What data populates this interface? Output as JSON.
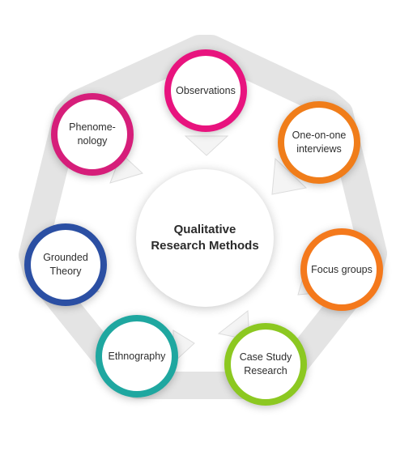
{
  "center": {
    "line1": "Qualitative",
    "line2": "Research Methods"
  },
  "methods": [
    {
      "line1": "Observations",
      "line2": "",
      "color": "#e8137e"
    },
    {
      "line1": "One-on-one",
      "line2": "interviews",
      "color": "#f07d1a"
    },
    {
      "line1": "Focus groups",
      "line2": "",
      "color": "#f4791c"
    },
    {
      "line1": "Case Study",
      "line2": "Research",
      "color": "#8cc821"
    },
    {
      "line1": "Ethnography",
      "line2": "",
      "color": "#1fa7a0"
    },
    {
      "line1": "Grounded",
      "line2": "Theory",
      "color": "#2b4fa3"
    },
    {
      "line1": "Phenome-",
      "line2": "nology",
      "color": "#d61e7a"
    }
  ],
  "ring_color": "#e4e4e4"
}
